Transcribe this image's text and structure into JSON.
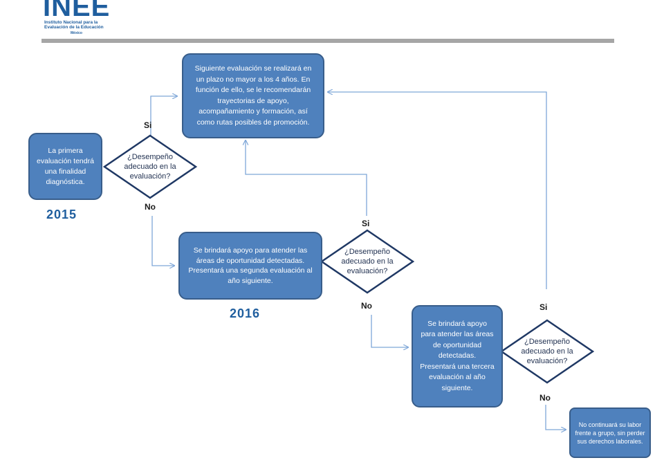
{
  "logo": {
    "mark": "INEE",
    "line1": "Instituto Nacional para la",
    "line2": "Evaluación de la Educación",
    "country": "México"
  },
  "boxes": {
    "next_eval": "Siguiente evaluación se realizará en un plazo no mayor a los  4 años. En función de ello, se le recomendarán trayectorias de apoyo, acompañamiento y formación, así como rutas posibles de promoción.",
    "first_eval": "La primera evaluación tendrá una finalidad diagnóstica.",
    "support_second": "Se brindará apoyo para atender las áreas de oportunidad detectadas.\nPresentará una  segunda evaluación al año siguiente.",
    "support_third": "Se brindará apoyo para atender las áreas de oportunidad detectadas.\nPresentará una tercera evaluación al año siguiente.",
    "no_continue": "No  continuará su labor frente a grupo, sin perder sus derechos laborales."
  },
  "decisions": {
    "d1": "¿Desempeño\nadecuado en la\nevaluación?",
    "d2": "¿Desempeño\nadecuado en la\nevaluación?",
    "d3": "¿Desempeño\nadecuado en la\nevaluación?"
  },
  "labels": {
    "si": "Si",
    "no": "No"
  },
  "years": {
    "y2015": "2015",
    "y2016": "2016"
  },
  "colors": {
    "box_fill": "#4f81bd",
    "box_border": "#385d8a",
    "connector": "#7ea6d8",
    "year_text": "#1f5e9e",
    "bar": "#a6a6a6"
  }
}
